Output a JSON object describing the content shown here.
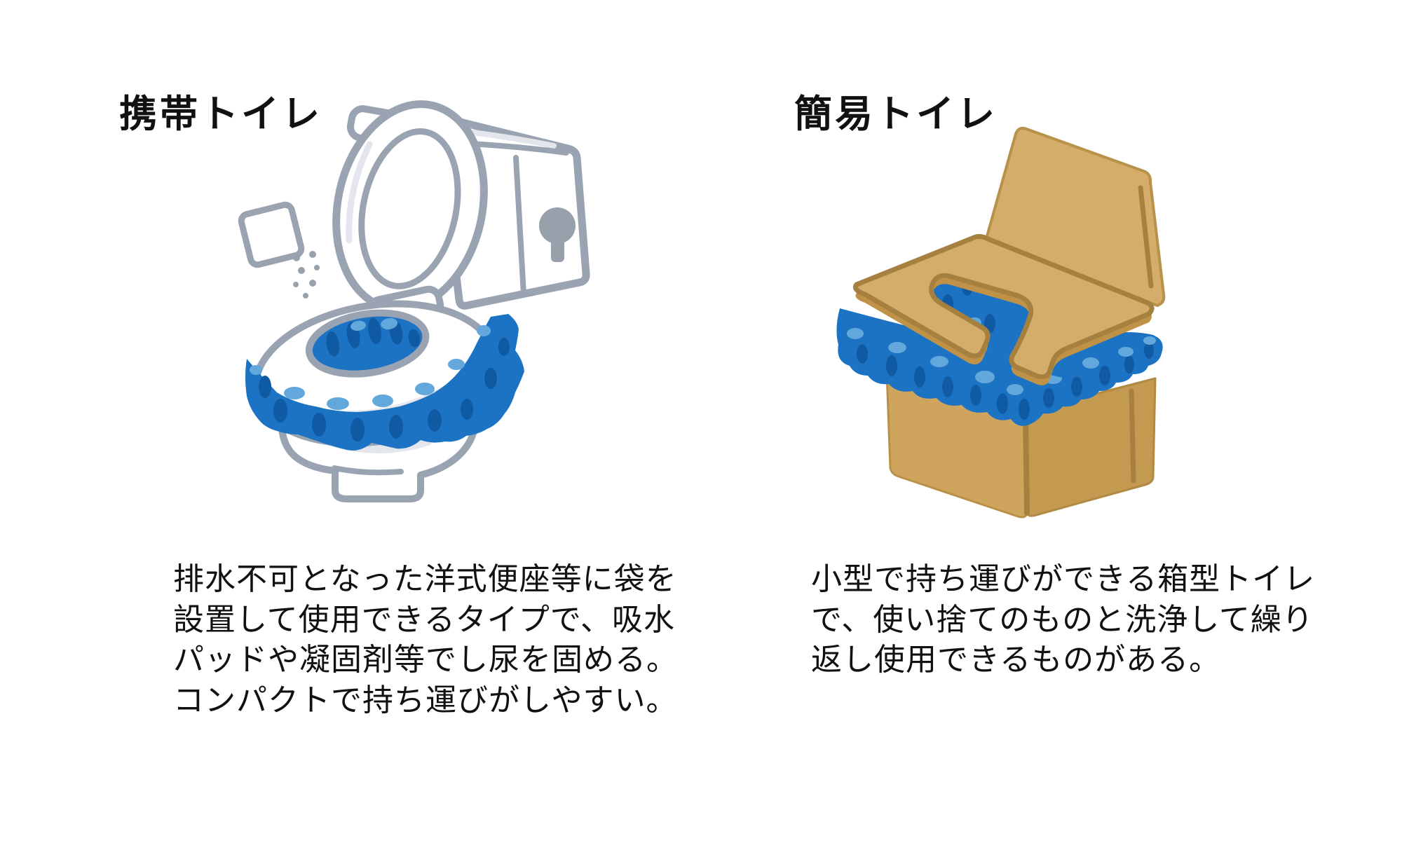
{
  "page": {
    "background": "#ffffff",
    "language": "ja",
    "kind": "illustrated-comparison-infographic"
  },
  "sections": [
    {
      "id": "portable-toilet",
      "title": "携帯トイレ",
      "description_lines": [
        "排水不可となった洋式便座等に袋を",
        "設置して使用できるタイプで、吸水",
        "パッドや凝固剤等でし尿を固める。",
        "コンパクトで持ち運びがしやすい。"
      ],
      "illustration": {
        "name": "portable-toilet-illustration",
        "alt": "洋式便座に青い袋を設置し、凝固剤の袋を振り入れているイラスト",
        "parts": [
          "toilet-tank",
          "flush-button",
          "open-toilet-lid",
          "toilet-seat",
          "blue-plastic-bag",
          "coagulant-packet",
          "falling-granules",
          "toilet-bowl-base"
        ]
      }
    },
    {
      "id": "simple-toilet",
      "title": "簡易トイレ",
      "description_lines": [
        "小型で持ち運びができる箱型トイレ",
        "で、使い捨てのものと洗浄して繰り",
        "返し使用できるものがある。"
      ],
      "illustration": {
        "name": "cardboard-box-toilet-illustration",
        "alt": "青い袋を被せた段ボール箱型の簡易トイレのイラスト",
        "parts": [
          "box-lid",
          "u-shaped-seat-board",
          "blue-plastic-bag",
          "cardboard-box-body"
        ]
      }
    }
  ],
  "colors": {
    "text": "#111111",
    "background": "#ffffff",
    "outline_gray": "#9aa3b2",
    "soft_gray": "#e3e6ec",
    "metal_gray": "#98a0ac",
    "granule_gray": "#99a1ad",
    "bag_blue": "#1c73c3",
    "bag_blue_dark": "#0f5aa3",
    "bag_blue_light": "#62a8dc",
    "cardboard": "#d5ad6a",
    "cardboard_left_face": "#cfa55e",
    "cardboard_right_face": "#c49a50",
    "cardboard_line": "#a5803e",
    "cardboard_edge": "#c09248",
    "white_fill": "#ffffff"
  }
}
